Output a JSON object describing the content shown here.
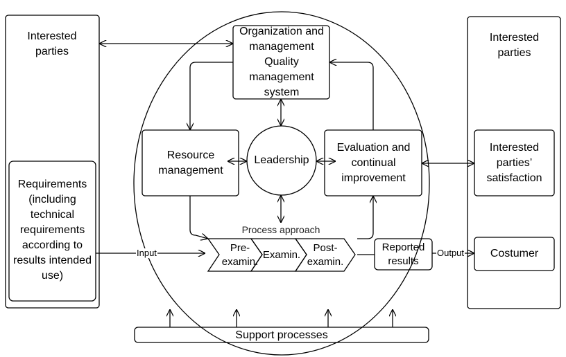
{
  "diagram": {
    "left_panel": {
      "title": "Interested parties",
      "requirements": "Requirements (including technical requirements according to results intended use)"
    },
    "right_panel": {
      "title": "Interested parties",
      "satisfaction": "Interested parties’ satisfaction",
      "customer": "Costumer"
    },
    "center": {
      "org_box": "Organization and management Quality management system",
      "resource_box": "Resource management",
      "leadership": "Leadership",
      "evaluation_box": "Evaluation and continual improvement",
      "process_approach": "Process approach",
      "steps": [
        "Pre-examin.",
        "Examin.",
        "Post-examin."
      ],
      "reported_results": "Reported results"
    },
    "connectors": {
      "input": "Input",
      "output": "Output"
    },
    "support_processes": "Support processes"
  }
}
